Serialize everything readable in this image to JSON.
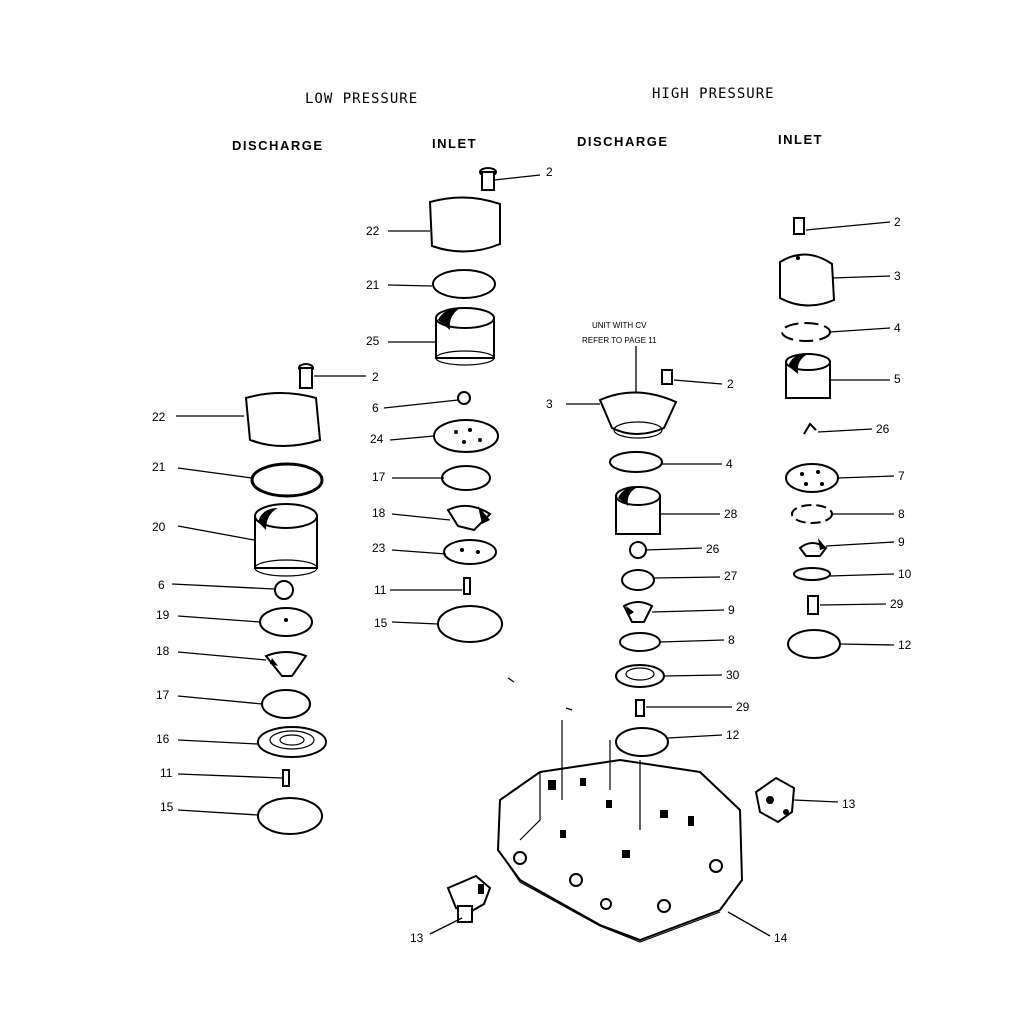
{
  "headers": {
    "low_pressure": "LOW PRESSURE",
    "high_pressure": "HIGH PRESSURE",
    "lp_discharge": "DISCHARGE",
    "lp_inlet": "INLET",
    "hp_discharge": "DISCHARGE",
    "hp_inlet": "INLET"
  },
  "note": {
    "line1": "UNIT WITH CV",
    "line2": "REFER TO PAGE 11"
  },
  "columns": {
    "lp_discharge": [
      "2",
      "22",
      "21",
      "20",
      "6",
      "19",
      "18",
      "17",
      "16",
      "11",
      "15"
    ],
    "lp_inlet": [
      "2",
      "22",
      "21",
      "25",
      "6",
      "24",
      "17",
      "18",
      "23",
      "11",
      "15"
    ],
    "hp_discharge": [
      "3",
      "2",
      "4",
      "28",
      "26",
      "27",
      "9",
      "8",
      "30",
      "29",
      "12"
    ],
    "hp_inlet": [
      "2",
      "3",
      "4",
      "5",
      "26",
      "7",
      "8",
      "9",
      "10",
      "29",
      "12"
    ],
    "body": [
      "13",
      "13",
      "14"
    ]
  }
}
